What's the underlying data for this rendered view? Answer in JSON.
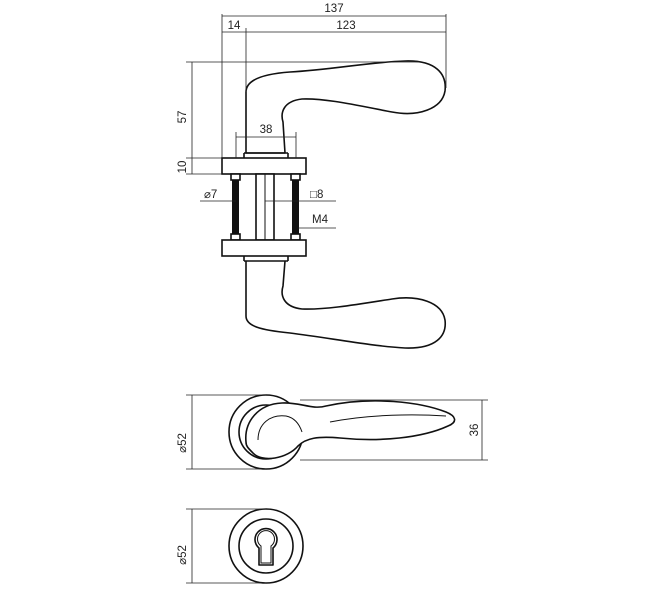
{
  "drawing": {
    "dimensions": {
      "total_length": "137",
      "rose_offset": "14",
      "lever_length": "123",
      "lever_height": "57",
      "rose_thickness": "10",
      "spindle_spacing": "38",
      "bolt_diameter": "⌀7",
      "spindle_square": "□8",
      "thread": "M4",
      "rose_diameter_top": "⌀52",
      "lever_projection": "36",
      "rose_diameter_bottom": "⌀52"
    },
    "colors": {
      "line": "#111111",
      "background": "#ffffff"
    }
  }
}
